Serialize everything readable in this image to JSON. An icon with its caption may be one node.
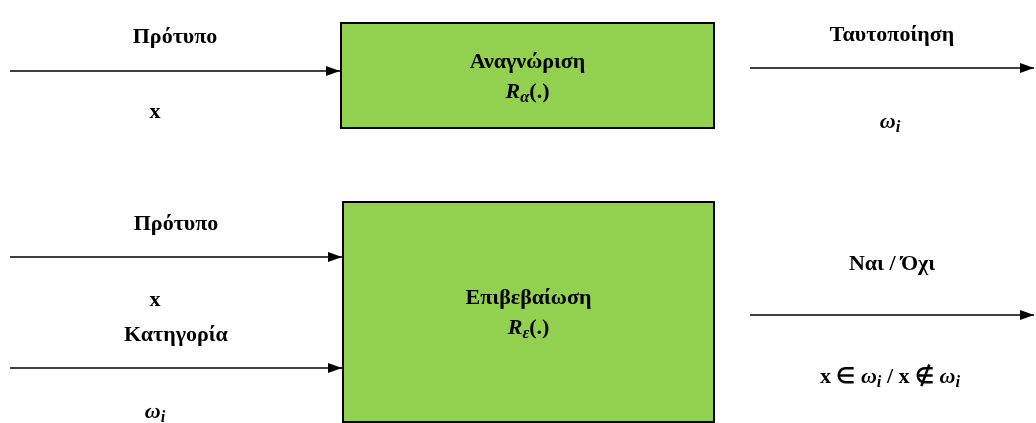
{
  "diagram": {
    "nodes": [
      {
        "text": [
          "Αναγνώριση",
          "*R*$_{α}$(.)"
        ]
      },
      {
        "text": [
          "Επιβεβαίωση",
          "*R*$_{ε}$(.)"
        ]
      }
    ],
    "edges": [
      {
        "from": null,
        "to": 0,
        "arrow": "to",
        "label": "Πρότυπο"
      },
      {
        "from": 0,
        "to": null,
        "arrow": "to",
        "label": "Ταυτοποίηση"
      },
      {
        "from": null,
        "to": 1,
        "arrow": "to",
        "label": "Πρότυπο"
      },
      {
        "from": null,
        "to": 1,
        "arrow": "to",
        "label": "Κατηγορία"
      },
      {
        "from": 1,
        "to": null,
        "arrow": "to",
        "label": "Ναι / Όχι"
      }
    ],
    "labels": [
      "x",
      "*ω*$_{i}$",
      "x",
      "*ω*$_{i}$",
      "x ∈ *ω*$_{i}$ / x ∉ *ω*$_{i}$"
    ]
  }
}
